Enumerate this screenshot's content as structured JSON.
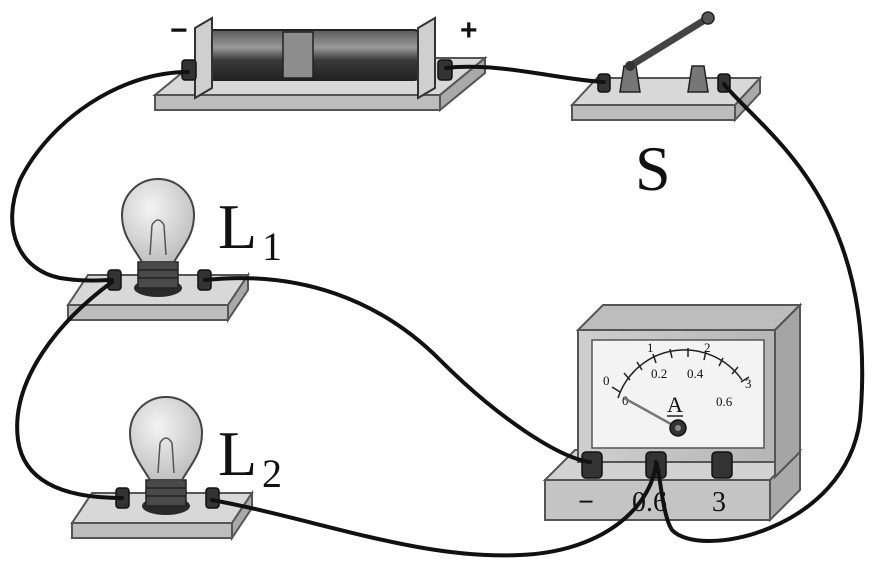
{
  "battery": {
    "neg_sign": "−",
    "pos_sign": "+"
  },
  "switch": {
    "label": "S"
  },
  "lamp1": {
    "letter": "L",
    "sub": "1"
  },
  "lamp2": {
    "letter": "L",
    "sub": "2"
  },
  "ammeter": {
    "unit": "A",
    "upper_scale": [
      "0",
      "1",
      "2",
      "3"
    ],
    "lower_scale": [
      "0",
      "0.2",
      "0.4",
      "0.6"
    ],
    "terminals": [
      "−",
      "0.6",
      "3"
    ]
  }
}
